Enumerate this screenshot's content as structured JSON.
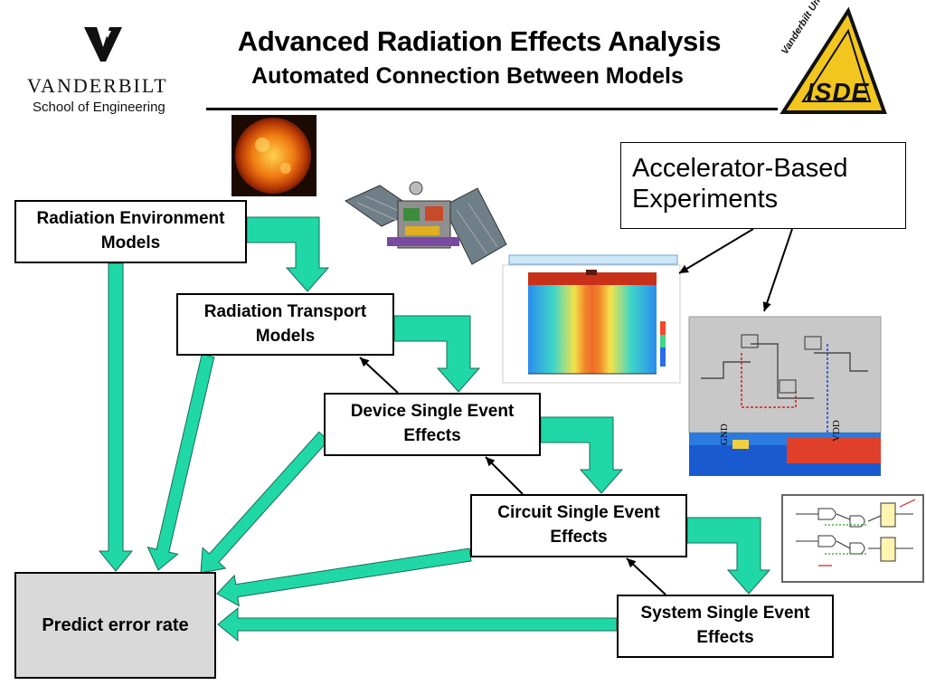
{
  "header": {
    "title": "Advanced Radiation Effects Analysis",
    "subtitle": "Automated Connection Between Models"
  },
  "logo_left": {
    "wordmark": "VANDERBILT",
    "school": "School of Engineering"
  },
  "logo_right": {
    "arc_text": "Vanderbilt University",
    "acronym": "ISDE"
  },
  "boxes": {
    "env": "Radiation Environment Models",
    "transport": "Radiation Transport Models",
    "device": "Device Single Event Effects",
    "circuit": "Circuit Single Event Effects",
    "system": "System Single Event Effects",
    "predict": "Predict error rate"
  },
  "callout": {
    "label": "Accelerator-Based Experiments"
  },
  "images": {
    "sun": "sun-photo",
    "satellite": "satellite-render",
    "device_sim": "device-simulation-heatmap",
    "circuit_schematic": "circuit-schematic",
    "logic_diagram": "logic-circuit-diagram"
  },
  "schematic_labels": {
    "gnd": "GND",
    "vdd": "VDD"
  },
  "colors": {
    "arrow_fill": "#1fd8a6",
    "arrow_stroke": "#1a6b55",
    "box_border": "#000000",
    "predict_fill": "#d9d9d9"
  }
}
